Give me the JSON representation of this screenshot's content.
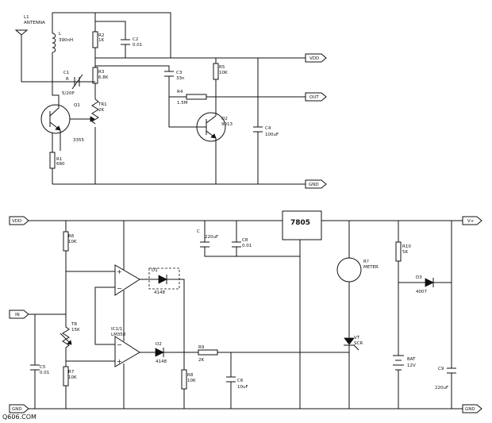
{
  "watermark": "Q606.COM",
  "ports": {
    "vdd_top": "VDD",
    "out": "OUT",
    "gnd_top": "GND",
    "vdd_bottom": "VDD",
    "in": "IN",
    "gnd_bottom": "GND",
    "vplus": "V+",
    "gnd_right": "GND"
  },
  "top_circuit": {
    "antenna": {
      "ref": "L1",
      "name": "ANTENNA"
    },
    "L": {
      "ref": "L",
      "value": "390nH"
    },
    "C1": {
      "ref": "C1",
      "value": "5/20P"
    },
    "R": {
      "ref": "R"
    },
    "Q1": {
      "ref": "Q1",
      "part": "3355"
    },
    "R1": {
      "ref": "R1",
      "value": "680"
    },
    "R2": {
      "ref": "R2",
      "value": "1K"
    },
    "C2": {
      "ref": "C2",
      "value": "0.01"
    },
    "R3": {
      "ref": "R3",
      "value": "6.8K"
    },
    "TR1": {
      "ref": "TR1",
      "value": "2K"
    },
    "C3": {
      "ref": "C3",
      "value": "33n"
    },
    "R4": {
      "ref": "R4",
      "value": "1.5M"
    },
    "R5": {
      "ref": "R5",
      "value": "10K"
    },
    "Q2": {
      "ref": "Q2",
      "part": "9013"
    },
    "C4": {
      "ref": "C4",
      "value": "100uF"
    }
  },
  "bottom_circuit": {
    "R6": {
      "ref": "R6",
      "value": "10K"
    },
    "TR": {
      "ref": "TR",
      "value": "15K"
    },
    "R7": {
      "ref": "R7",
      "value": "10K"
    },
    "C5": {
      "ref": "C5",
      "value": "0.01"
    },
    "D1": {
      "ref": "D1",
      "value": "4148"
    },
    "IC1": {
      "ref": "IC1/1",
      "part": "LM358"
    },
    "D2": {
      "ref": "D2",
      "value": "4148"
    },
    "R8": {
      "ref": "R8",
      "value": "10K"
    },
    "R9": {
      "ref": "R9",
      "value": "2K"
    },
    "C6": {
      "ref": "C6",
      "value": "10uF"
    },
    "C": {
      "ref": "C",
      "value": "220uF"
    },
    "C8": {
      "ref": "C8",
      "value": "0.01"
    },
    "regulator": "7805",
    "meter": {
      "ref": "R?",
      "name": "METER"
    },
    "scr": {
      "ref": "VT",
      "part": "SCR"
    },
    "R10": {
      "ref": "R10",
      "value": "5K"
    },
    "D3": {
      "ref": "D3",
      "value": "4007"
    },
    "bat": {
      "ref": "BAT",
      "value": "12V"
    },
    "C9": {
      "ref": "C9",
      "value": "220uF"
    }
  }
}
